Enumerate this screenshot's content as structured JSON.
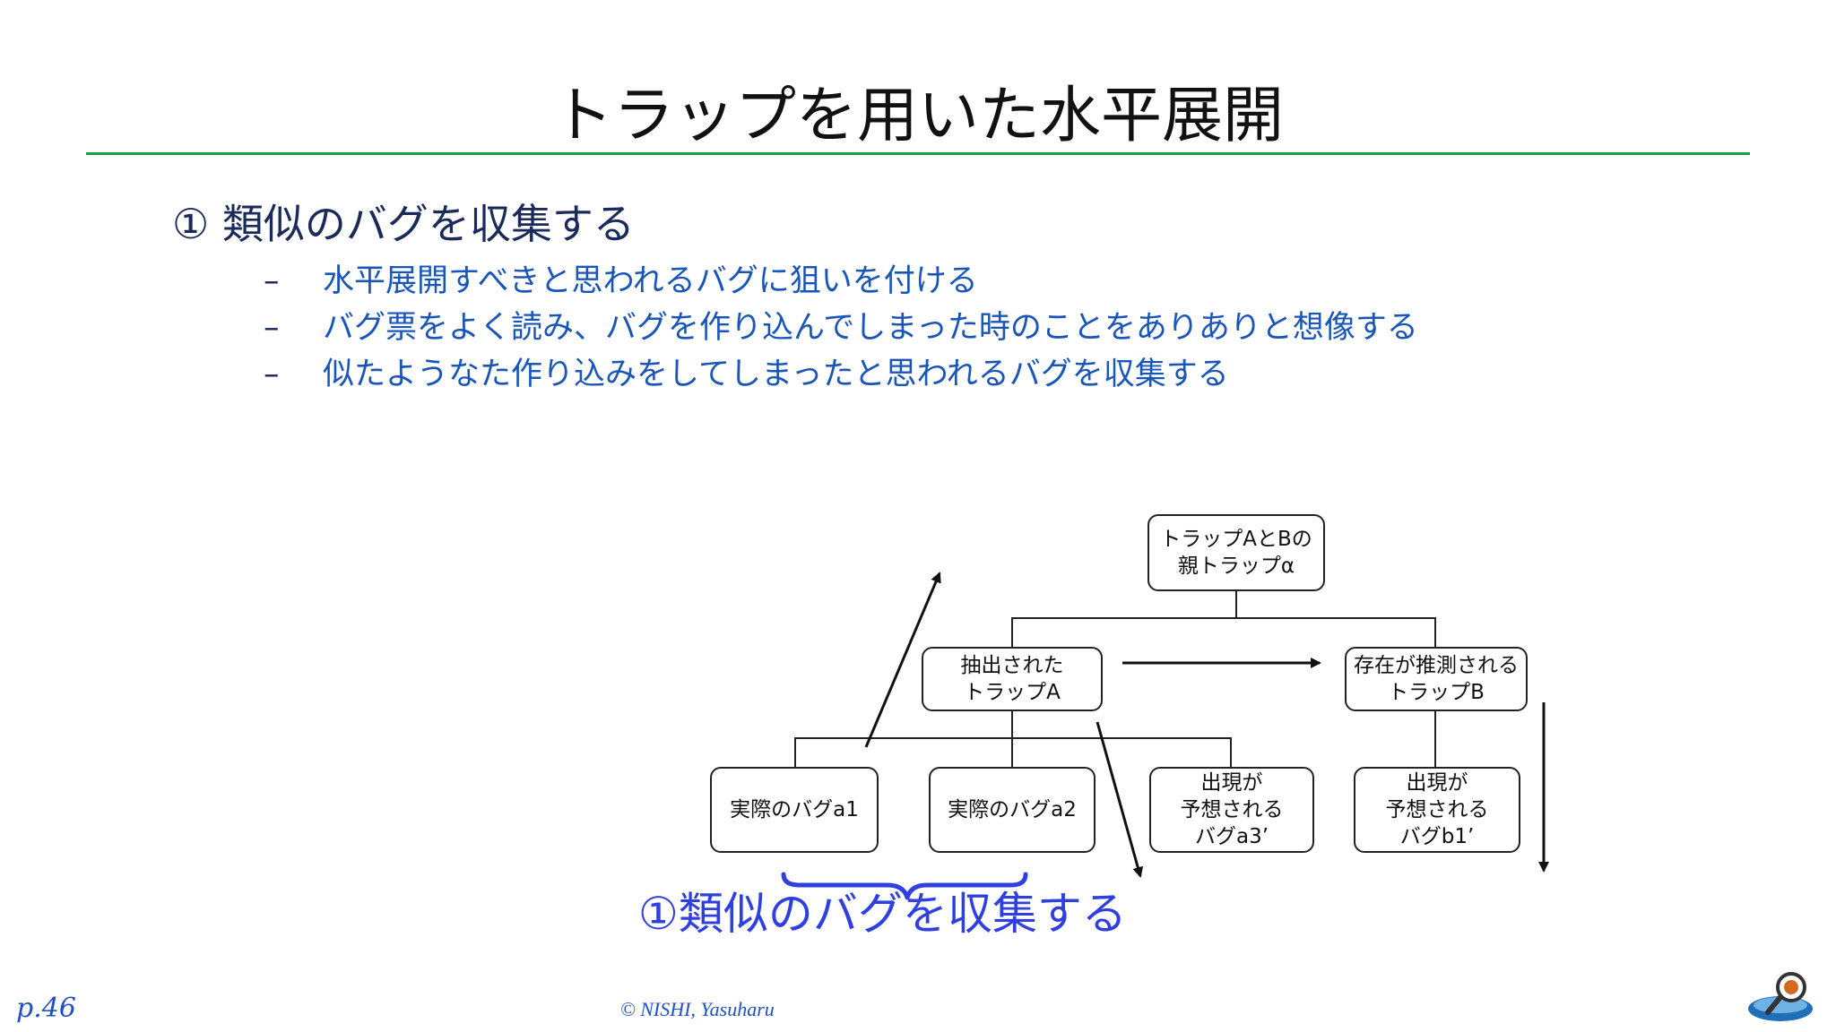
{
  "slide": {
    "title": "トラップを用いた水平展開",
    "heading": "① 類似のバグを収集する",
    "bullets": [
      {
        "dash": "–",
        "text": "水平展開すべきと思われるバグに狙いを付ける"
      },
      {
        "dash": "–",
        "text": "バグ票をよく読み、バグを作り込んでしまった時のことをありありと想像する"
      },
      {
        "dash": "–",
        "text": "似たようなた作り込みをしてしまったと思われるバグを収集する"
      }
    ],
    "page_number": "p.46",
    "copyright": "© NISHI, Yasuharu"
  },
  "diagram": {
    "nodes": {
      "parent_alpha": "トラップAとBの\n親トラップα",
      "trap_a": "抽出された\nトラップA",
      "trap_b": "存在が推測される\nトラップB",
      "bug_a1": "実際のバグa1",
      "bug_a2": "実際のバグa2",
      "bug_a3": "出現が\n予想される\nバグa3’",
      "bug_b1": "出現が\n予想される\nバグb1’"
    },
    "caption": "①類似のバグを収集する",
    "colors": {
      "caption": "#2f3fe0",
      "brace": "#2f3fe0",
      "rule": "#1aa04a",
      "bullets": "#1a56b8"
    }
  }
}
